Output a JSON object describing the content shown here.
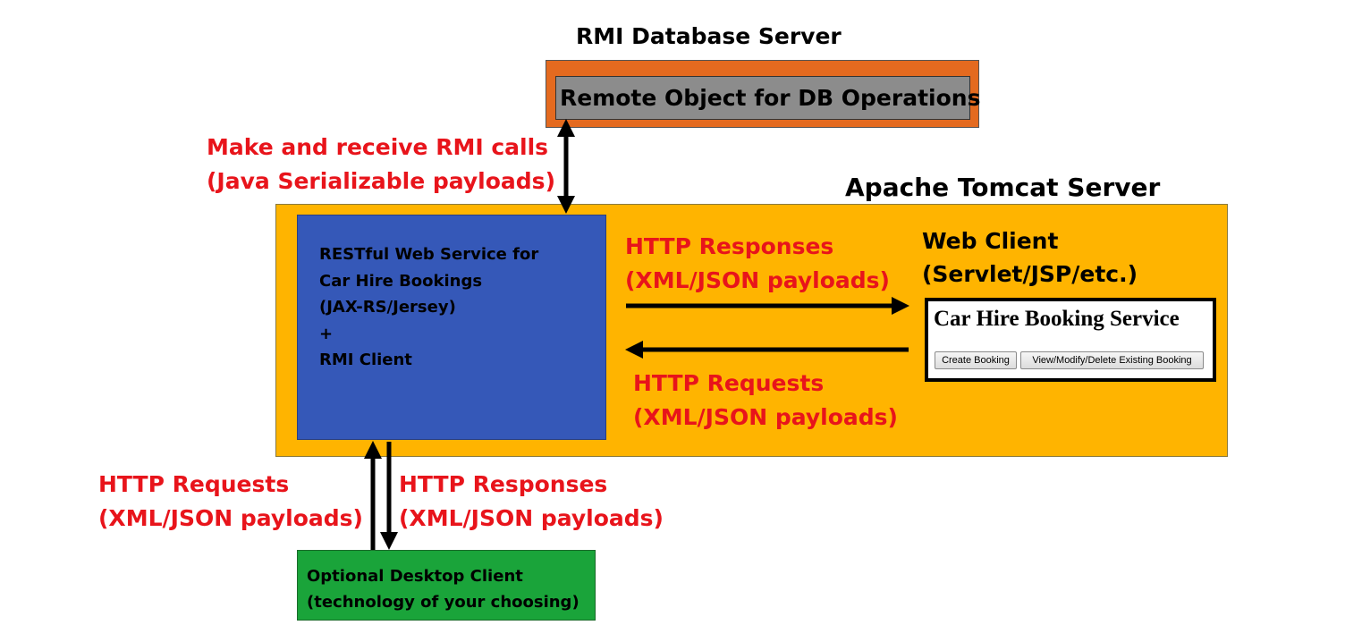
{
  "colors": {
    "rmi_server_fill": "#e46a1f",
    "remote_object_fill": "#8c8c8c",
    "tomcat_fill": "#ffb400",
    "rest_service_fill": "#3558b8",
    "desktop_client_fill": "#1aa43a",
    "annotation_text": "#e8141b",
    "arrow": "#000000"
  },
  "rmi_server": {
    "title": "RMI Database Server",
    "remote_object_label": "Remote Object for DB Operations"
  },
  "rmi_link": {
    "line1": "Make and receive RMI calls",
    "line2": "(Java Serializable payloads)"
  },
  "tomcat": {
    "title": "Apache Tomcat Server",
    "rest_service": {
      "lines": [
        "RESTful Web Service for",
        "Car Hire Bookings",
        "(JAX-RS/Jersey)",
        "+",
        "RMI Client"
      ]
    },
    "responses_label": {
      "line1": "HTTP Responses",
      "line2": "(XML/JSON payloads)"
    },
    "requests_label": {
      "line1": "HTTP Requests",
      "line2": "(XML/JSON payloads)"
    },
    "web_client": {
      "title_line1": "Web Client",
      "title_line2": "(Servlet/JSP/etc.)",
      "app_title": "Car Hire Booking Service",
      "buttons": [
        "Create Booking",
        "View/Modify/Delete Existing Booking"
      ]
    }
  },
  "desktop_link": {
    "requests_label": {
      "line1": "HTTP Requests",
      "line2": "(XML/JSON payloads)"
    },
    "responses_label": {
      "line1": "HTTP Responses",
      "line2": "(XML/JSON payloads)"
    }
  },
  "desktop_client": {
    "lines": [
      "Optional Desktop Client",
      "(technology of your choosing)"
    ]
  }
}
